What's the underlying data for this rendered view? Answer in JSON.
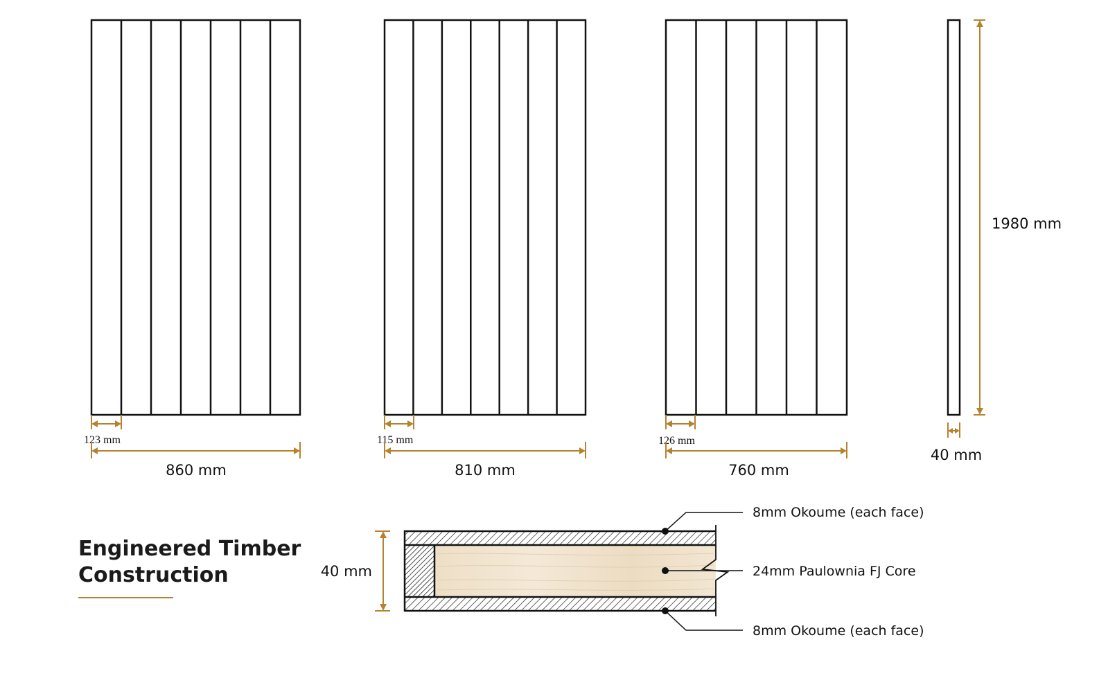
{
  "panels": [
    {
      "board_count": 7,
      "board_width_label": "123 mm",
      "total_width_label": "860 mm"
    },
    {
      "board_count": 7,
      "board_width_label": "115 mm",
      "total_width_label": "810 mm"
    },
    {
      "board_count": 6,
      "board_width_label": "126 mm",
      "total_width_label": "760 mm"
    }
  ],
  "door_edge": {
    "height_label": "1980 mm",
    "thickness_label": "40 mm"
  },
  "section": {
    "title_line1": "Engineered Timber",
    "title_line2": "Construction",
    "thickness_label": "40 mm",
    "callouts": {
      "top_face": "8mm Okoume (each face)",
      "core": "24mm Paulownia FJ Core",
      "bottom_face": "8mm Okoume (each face)"
    }
  },
  "colors": {
    "accent": "#b5822d",
    "line": "#111111",
    "core_wood": "#efe3cf"
  }
}
